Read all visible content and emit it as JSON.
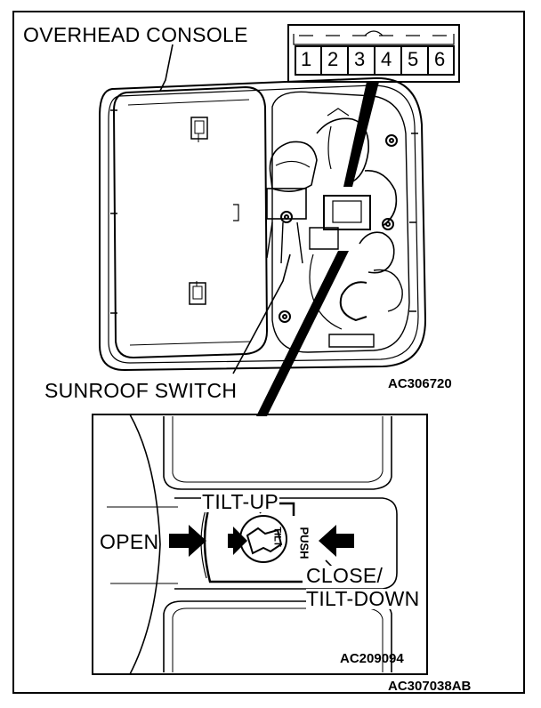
{
  "diagram": {
    "labels": {
      "overhead_console": "OVERHEAD CONSOLE",
      "sunroof_switch": "SUNROOF SWITCH",
      "code_top": "AC306720",
      "code_inset": "AC209094",
      "code_figure": "AC307038AB",
      "tilt_up": "TILT-UP",
      "open": "OPEN",
      "close_tilt_down_line1": "CLOSE/",
      "close_tilt_down_line2": "TILT-DOWN",
      "push": "PUSH",
      "tilt": "TILT"
    },
    "connector_pins": [
      "1",
      "2",
      "3",
      "4",
      "5",
      "6"
    ]
  }
}
